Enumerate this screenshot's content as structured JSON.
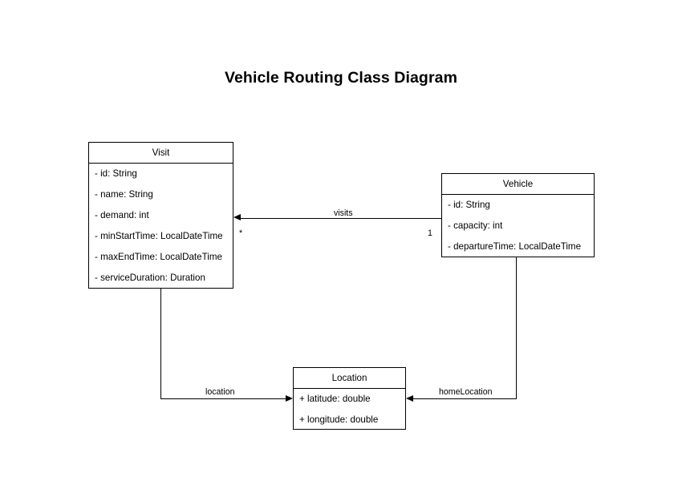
{
  "diagram": {
    "title": "Vehicle Routing Class Diagram",
    "type": "uml-class-diagram",
    "classes": [
      {
        "id": "visit",
        "name": "Visit",
        "attributes": [
          "- id: String",
          "- name: String",
          "- demand: int",
          "- minStartTime: LocalDateTime",
          "- maxEndTime: LocalDateTime",
          "- serviceDuration: Duration"
        ]
      },
      {
        "id": "vehicle",
        "name": "Vehicle",
        "attributes": [
          "- id: String",
          "- capacity: int",
          "- departureTime: LocalDateTime"
        ]
      },
      {
        "id": "location",
        "name": "Location",
        "attributes": [
          "+ latitude: double",
          "+ longitude: double"
        ]
      }
    ],
    "relationships": [
      {
        "id": "visits",
        "label": "visits",
        "from": "Vehicle",
        "to": "Visit",
        "source_multiplicity": "1",
        "target_multiplicity": "*"
      },
      {
        "id": "location",
        "label": "location",
        "from": "Visit",
        "to": "Location",
        "source_multiplicity": "",
        "target_multiplicity": ""
      },
      {
        "id": "homeLocation",
        "label": "homeLocation",
        "from": "Vehicle",
        "to": "Location",
        "source_multiplicity": "",
        "target_multiplicity": ""
      }
    ],
    "colors": {
      "background": "#ffffff",
      "stroke": "#000000",
      "text": "#000000",
      "box_fill": "#ffffff"
    }
  }
}
